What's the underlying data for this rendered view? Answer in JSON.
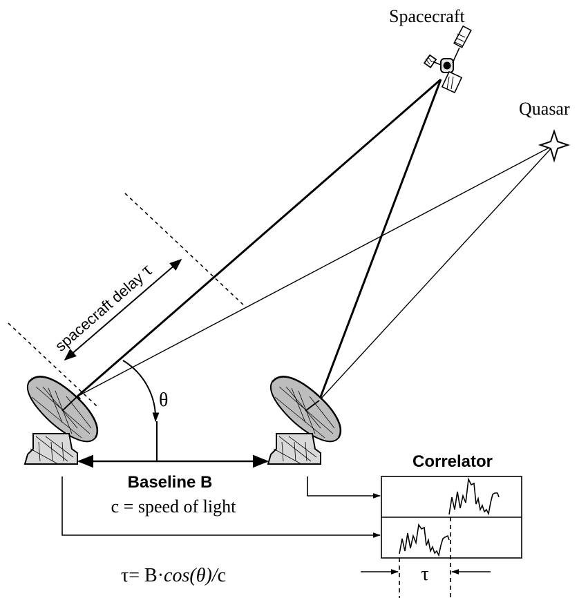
{
  "labels": {
    "spacecraft": "Spacecraft",
    "quasar": "Quasar",
    "delay": "spacecraft delay",
    "tau": "τ",
    "theta": "θ",
    "baseline": "Baseline B",
    "speed": "c = speed of light",
    "correlator": "Correlator",
    "formula_lead": "τ= B·",
    "formula_cos": "cos(θ)/",
    "formula_tail": "c"
  },
  "icons": {
    "antenna_left": "radio-dish-antenna-icon",
    "antenna_right": "radio-dish-antenna-icon",
    "spacecraft": "satellite-icon",
    "quasar": "four-point-star-icon"
  }
}
